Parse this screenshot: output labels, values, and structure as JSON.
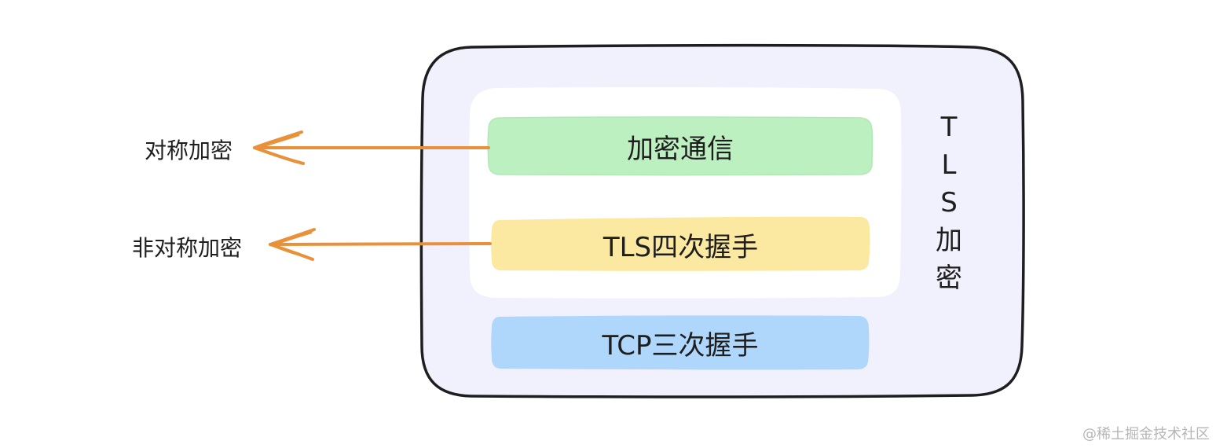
{
  "layers": {
    "encrypted_comm": {
      "label": "加密通信",
      "color": "#bdf0c1"
    },
    "tls_handshake": {
      "label": "TLS四次握手",
      "color": "#fbe9a2"
    },
    "tcp_handshake": {
      "label": "TCP三次握手",
      "color": "#afd6fb"
    }
  },
  "container": {
    "title_chars": [
      "T",
      "L",
      "S",
      "加",
      "密"
    ],
    "fill": "#f1f0fd",
    "inner_fill": "#ffffff"
  },
  "annotations": {
    "symmetric": "对称加密",
    "asymmetric": "非对称加密"
  },
  "arrow_color": "#e8913a",
  "watermark": "@稀土掘金技术社区"
}
